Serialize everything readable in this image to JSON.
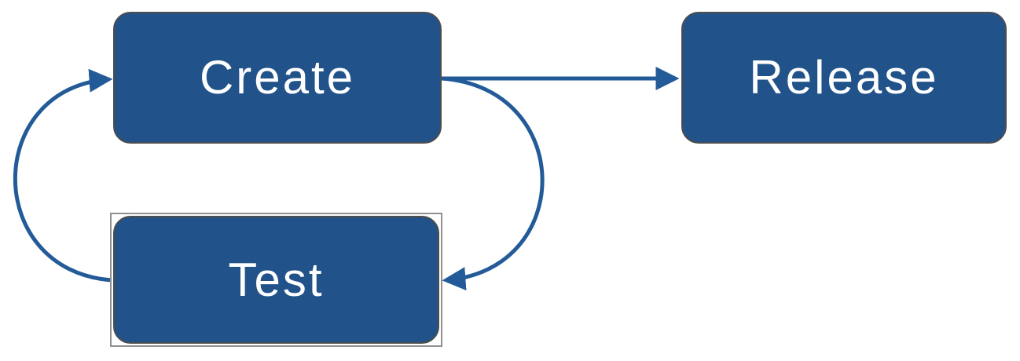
{
  "diagram": {
    "nodes": [
      {
        "id": "create",
        "label": "Create",
        "selected": false
      },
      {
        "id": "release",
        "label": "Release",
        "selected": false
      },
      {
        "id": "test",
        "label": "Test",
        "selected": true
      }
    ],
    "edges": [
      {
        "id": "create-to-release",
        "from": "create",
        "to": "release",
        "shape": "straight-arrow"
      },
      {
        "id": "create-to-test",
        "from": "create",
        "to": "test",
        "shape": "right-loop-arrow"
      },
      {
        "id": "test-to-create",
        "from": "test",
        "to": "create",
        "shape": "left-loop-arrow"
      }
    ],
    "colors": {
      "node_fill": "#21528a",
      "node_border": "#4d4d4d",
      "node_text": "#ffffff",
      "edge": "#235b98",
      "selection_outline": "#909090",
      "canvas_background": "#ffffff"
    }
  }
}
